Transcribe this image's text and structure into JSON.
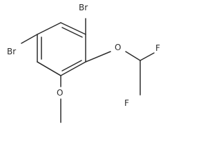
{
  "molecule": {
    "atoms": {
      "br_top": "Br",
      "br_left": "Br",
      "oxygen_ether": "O",
      "oxygen_methoxy": "O",
      "fluorine_right": "F",
      "fluorine_bottom": "F"
    }
  }
}
